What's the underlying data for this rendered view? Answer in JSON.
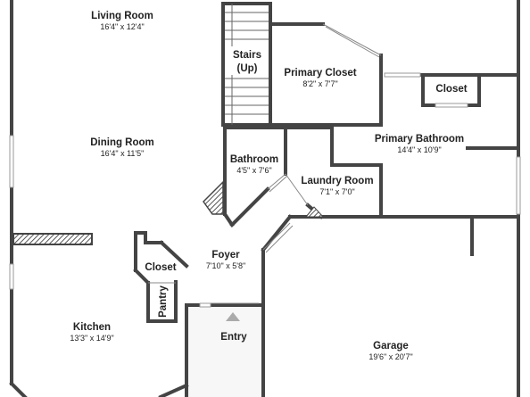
{
  "rooms": {
    "living_room": {
      "name": "Living Room",
      "dims": "16'4\" x 12'4\""
    },
    "stairs": {
      "name": "Stairs",
      "note": "(Up)"
    },
    "primary_closet": {
      "name": "Primary Closet",
      "dims": "8'2\" x 7'7\""
    },
    "closet_upper": {
      "name": "Closet"
    },
    "dining_room": {
      "name": "Dining Room",
      "dims": "16'4\" x 11'5\""
    },
    "bathroom": {
      "name": "Bathroom",
      "dims": "4'5\" x 7'6\""
    },
    "primary_bathroom": {
      "name": "Primary Bathroom",
      "dims": "14'4\" x 10'9\""
    },
    "laundry_room": {
      "name": "Laundry Room",
      "dims": "7'1\" x 7'0\""
    },
    "foyer": {
      "name": "Foyer",
      "dims": "7'10\" x 5'8\""
    },
    "closet_lower": {
      "name": "Closet"
    },
    "pantry": {
      "name": "Pantry"
    },
    "kitchen": {
      "name": "Kitchen",
      "dims": "13'3\" x 14'9\""
    },
    "entry": {
      "name": "Entry"
    },
    "garage": {
      "name": "Garage",
      "dims": "19'6\" x 20'7\""
    }
  }
}
